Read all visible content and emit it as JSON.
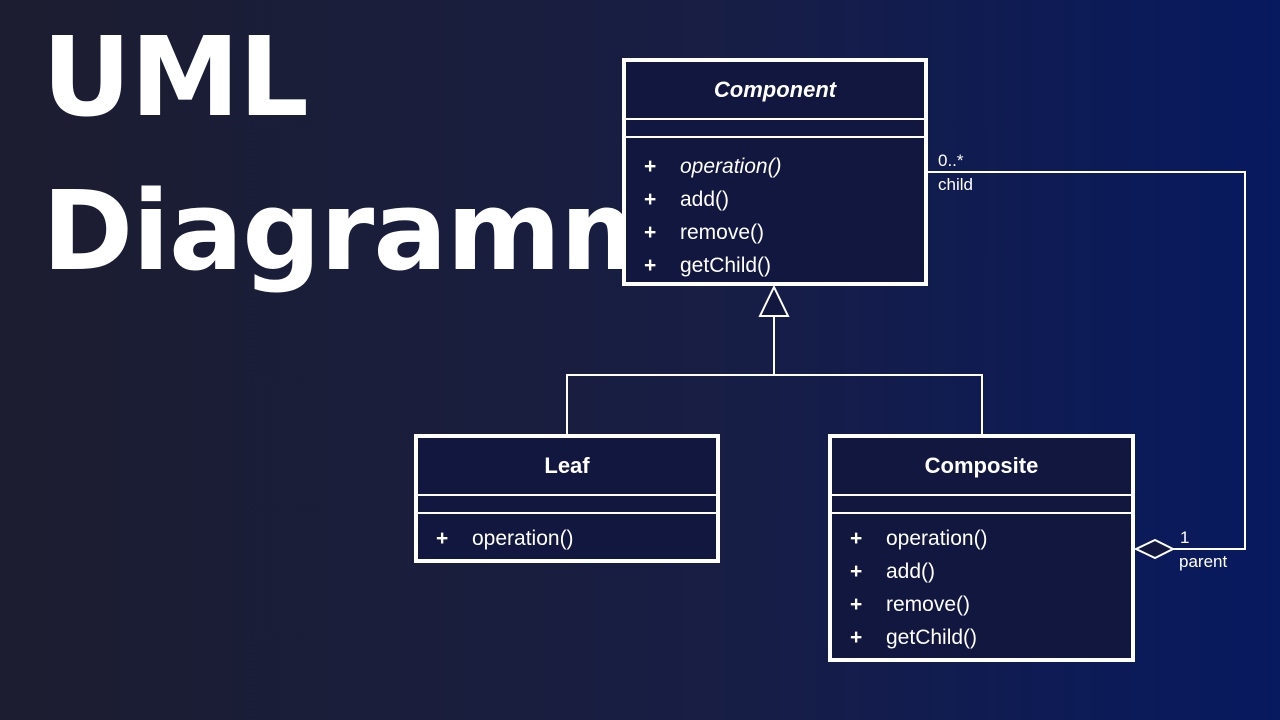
{
  "title": {
    "line1": "UML",
    "line2": "Diagramme"
  },
  "classes": {
    "component": {
      "name": "Component",
      "ops": [
        {
          "vis": "+",
          "name": "operation()"
        },
        {
          "vis": "+",
          "name": "add()"
        },
        {
          "vis": "+",
          "name": "remove()"
        },
        {
          "vis": "+",
          "name": "getChild()"
        }
      ]
    },
    "leaf": {
      "name": "Leaf",
      "ops": [
        {
          "vis": "+",
          "name": "operation()"
        }
      ]
    },
    "composite": {
      "name": "Composite",
      "ops": [
        {
          "vis": "+",
          "name": "operation()"
        },
        {
          "vis": "+",
          "name": "add()"
        },
        {
          "vis": "+",
          "name": "remove()"
        },
        {
          "vis": "+",
          "name": "getChild()"
        }
      ]
    }
  },
  "association": {
    "child_multiplicity": "0..*",
    "child_role": "child",
    "parent_multiplicity": "1",
    "parent_role": "parent"
  },
  "colors": {
    "line": "#ffffff",
    "box_fill": "#11173f"
  }
}
